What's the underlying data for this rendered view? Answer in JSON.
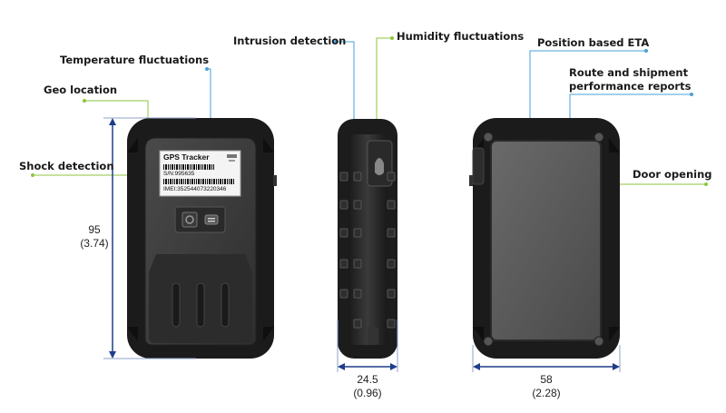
{
  "features": {
    "geo_location": "Geo location",
    "temperature": "Temperature fluctuations",
    "shock": "Shock detection",
    "intrusion": "Intrusion detection",
    "humidity": "Humidity fluctuations",
    "eta": "Position based ETA",
    "reports_line1": "Route and shipment",
    "reports_line2": "performance reports",
    "door": "Door opening"
  },
  "dimensions": {
    "height_mm": "95",
    "height_in": "(3.74)",
    "depth_mm": "24.5",
    "depth_in": "(0.96)",
    "width_mm": "58",
    "width_in": "(2.28)"
  },
  "device_label": {
    "title": "GPS Tracker",
    "sn": "S/N:995635",
    "imei": "IMEI:352544073220346"
  },
  "colors": {
    "blue": "#4a9fd8",
    "green": "#8cc63f",
    "dim_blue": "#1f3d8a",
    "body": "#1b1b1b",
    "inner": "#3d3d3d"
  }
}
